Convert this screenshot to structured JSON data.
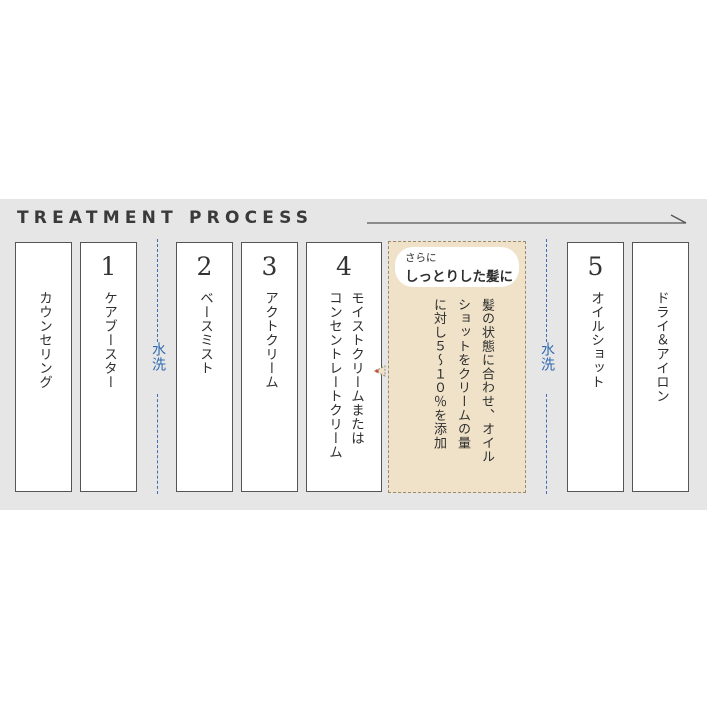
{
  "header": {
    "title": "TREATMENT PROCESS"
  },
  "steps": [
    {
      "number": "",
      "label": "カウンセリング"
    },
    {
      "number": "1",
      "label": "ケアブースター"
    },
    {
      "number": "2",
      "label": "ベースミスト"
    },
    {
      "number": "3",
      "label": "アクトクリーム"
    },
    {
      "number": "4",
      "label_line1": "モイストクリームまたは",
      "label_line2": "コンセントレートクリーム"
    },
    {
      "number": "5",
      "label": "オイルショット"
    },
    {
      "number": "",
      "label": "ドライ＆アイロン"
    }
  ],
  "wash": {
    "label": "水洗"
  },
  "extra": {
    "bubble_small": "さらに",
    "bubble_big": "しっとりした髪に",
    "lines": [
      "髪の状態に合わせ、オイル",
      "ショットをクリームの量",
      "に対し５～１０％を添加"
    ]
  },
  "colors": {
    "panel_bg": "#e6e6e6",
    "card_border": "#555555",
    "wash_blue": "#2f6ab0",
    "extra_bg": "#efe2c8",
    "pointer_red": "#c94a3a"
  }
}
